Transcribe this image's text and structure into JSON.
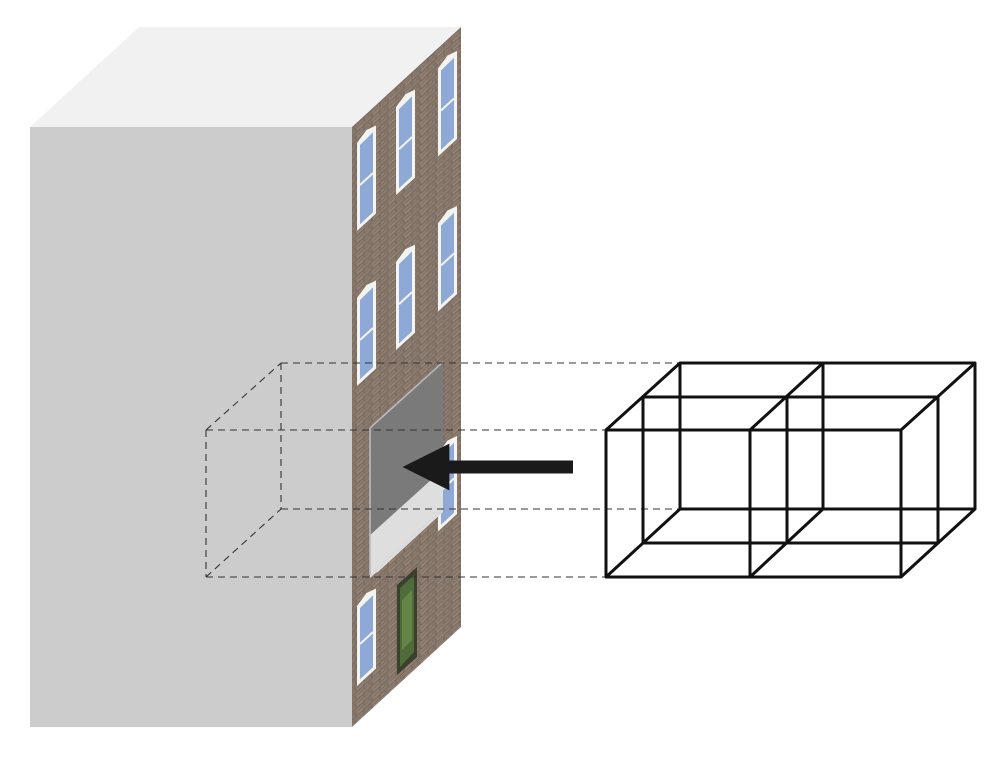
{
  "diagram": {
    "building": {
      "side_face_color": "#cccccc",
      "roof_color": "#f1f1f1",
      "brick_color": "#8b7b6e",
      "mortar_color": "#6e625a",
      "window_frame_color": "#f3f3ef",
      "window_glass_color": "#8fa9d6",
      "cutout_back_color": "#7a7a7a",
      "cutout_floor_color": "#dedede"
    },
    "module": {
      "line_color": "#111111",
      "bays": 2
    },
    "projection_lines": {
      "style": "dashed",
      "color": "#333333"
    },
    "arrow": {
      "direction": "left",
      "color": "#1a1a1a"
    }
  }
}
